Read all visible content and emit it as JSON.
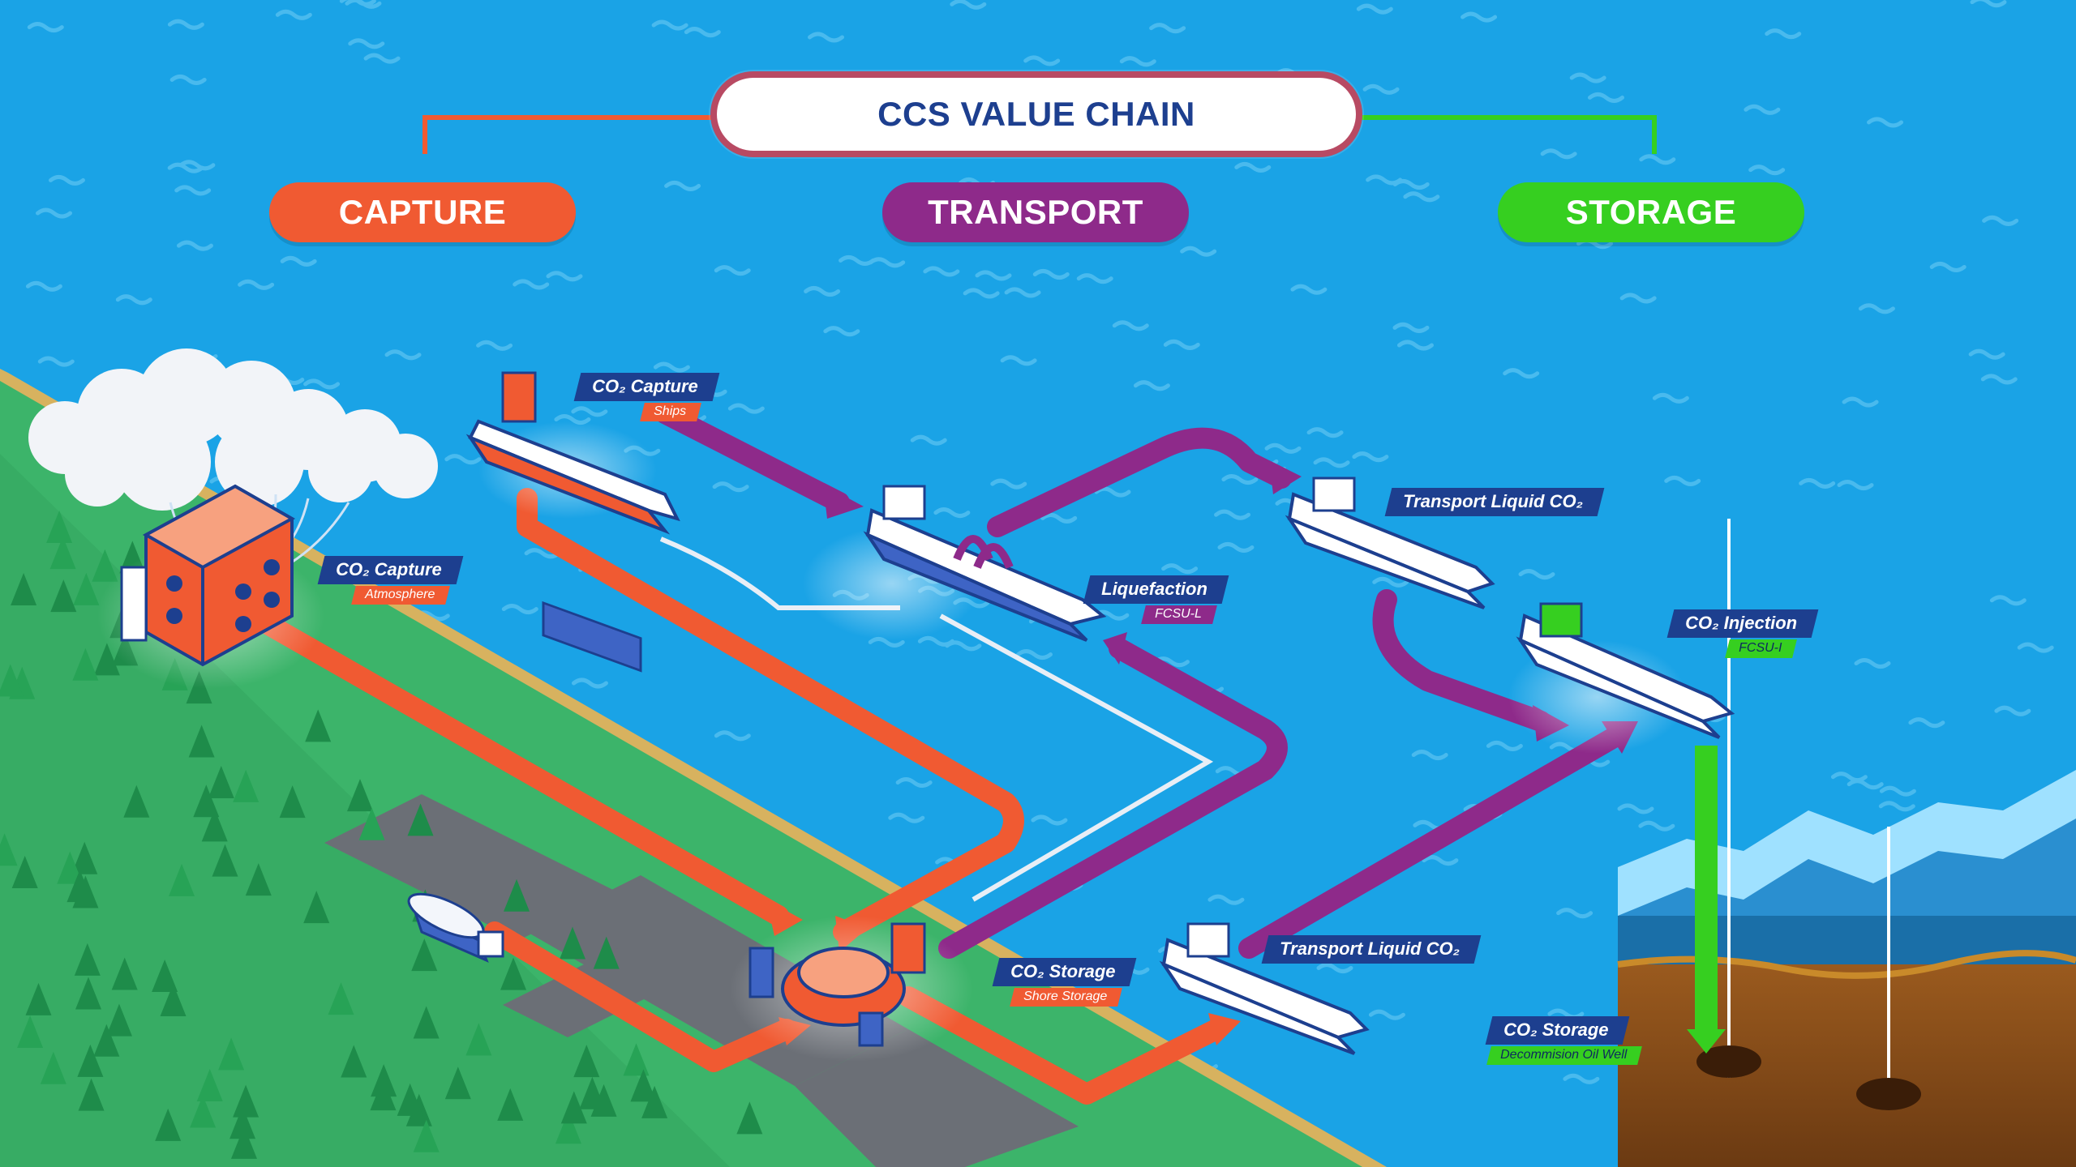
{
  "title": "CCS VALUE CHAIN",
  "stages": {
    "capture": "CAPTURE",
    "transport": "TRANSPORT",
    "storage": "STORAGE"
  },
  "labels": {
    "capture_ships": {
      "title": "CO₂ Capture",
      "subtitle": "Ships"
    },
    "capture_atmosphere": {
      "title": "CO₂ Capture",
      "subtitle": "Atmosphere"
    },
    "liquefaction": {
      "title": "Liquefaction",
      "subtitle": "FCSU-L"
    },
    "transport_liquid_top": {
      "title": "Transport Liquid CO₂"
    },
    "injection": {
      "title": "CO₂ Injection",
      "subtitle": "FCSU-I"
    },
    "shore_storage": {
      "title": "CO₂ Storage",
      "subtitle": "Shore Storage"
    },
    "transport_liquid_bottom": {
      "title": "Transport Liquid CO₂"
    },
    "well_storage": {
      "title": "CO₂ Storage",
      "subtitle": "Decommision Oil Well"
    }
  },
  "colors": {
    "sea": "#1aa3e6",
    "land": "#3cb46a",
    "capture": "#f05a32",
    "transport": "#8e2a8a",
    "storage": "#36cf20",
    "label_navy": "#1d3f8f"
  }
}
